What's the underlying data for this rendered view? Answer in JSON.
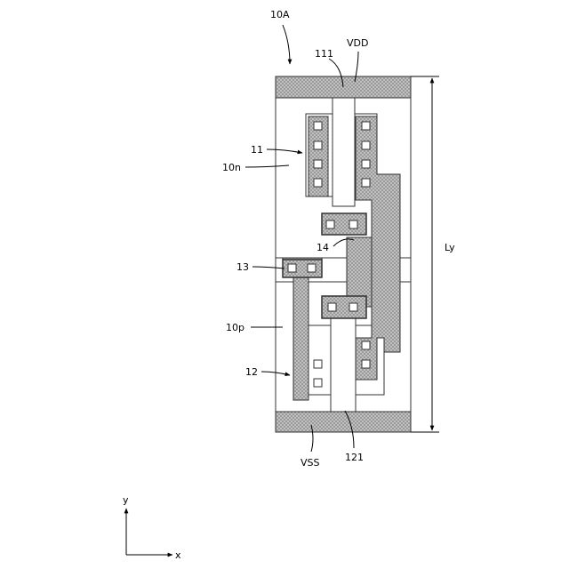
{
  "labels": {
    "cell": "10A",
    "vdd": "VDD",
    "gate_top": "111",
    "region_n": "11",
    "well_n": "10n",
    "contact_14": "14",
    "contact_13": "13",
    "well_p": "10p",
    "region_p": "12",
    "vss": "VSS",
    "gate_bottom": "121",
    "height": "Ly"
  },
  "axes": {
    "y": "y",
    "x": "x"
  },
  "colors": {
    "rail_fill": "#b5b5b5",
    "metal_fill": "#b8b8b8",
    "outline": "#333333"
  }
}
